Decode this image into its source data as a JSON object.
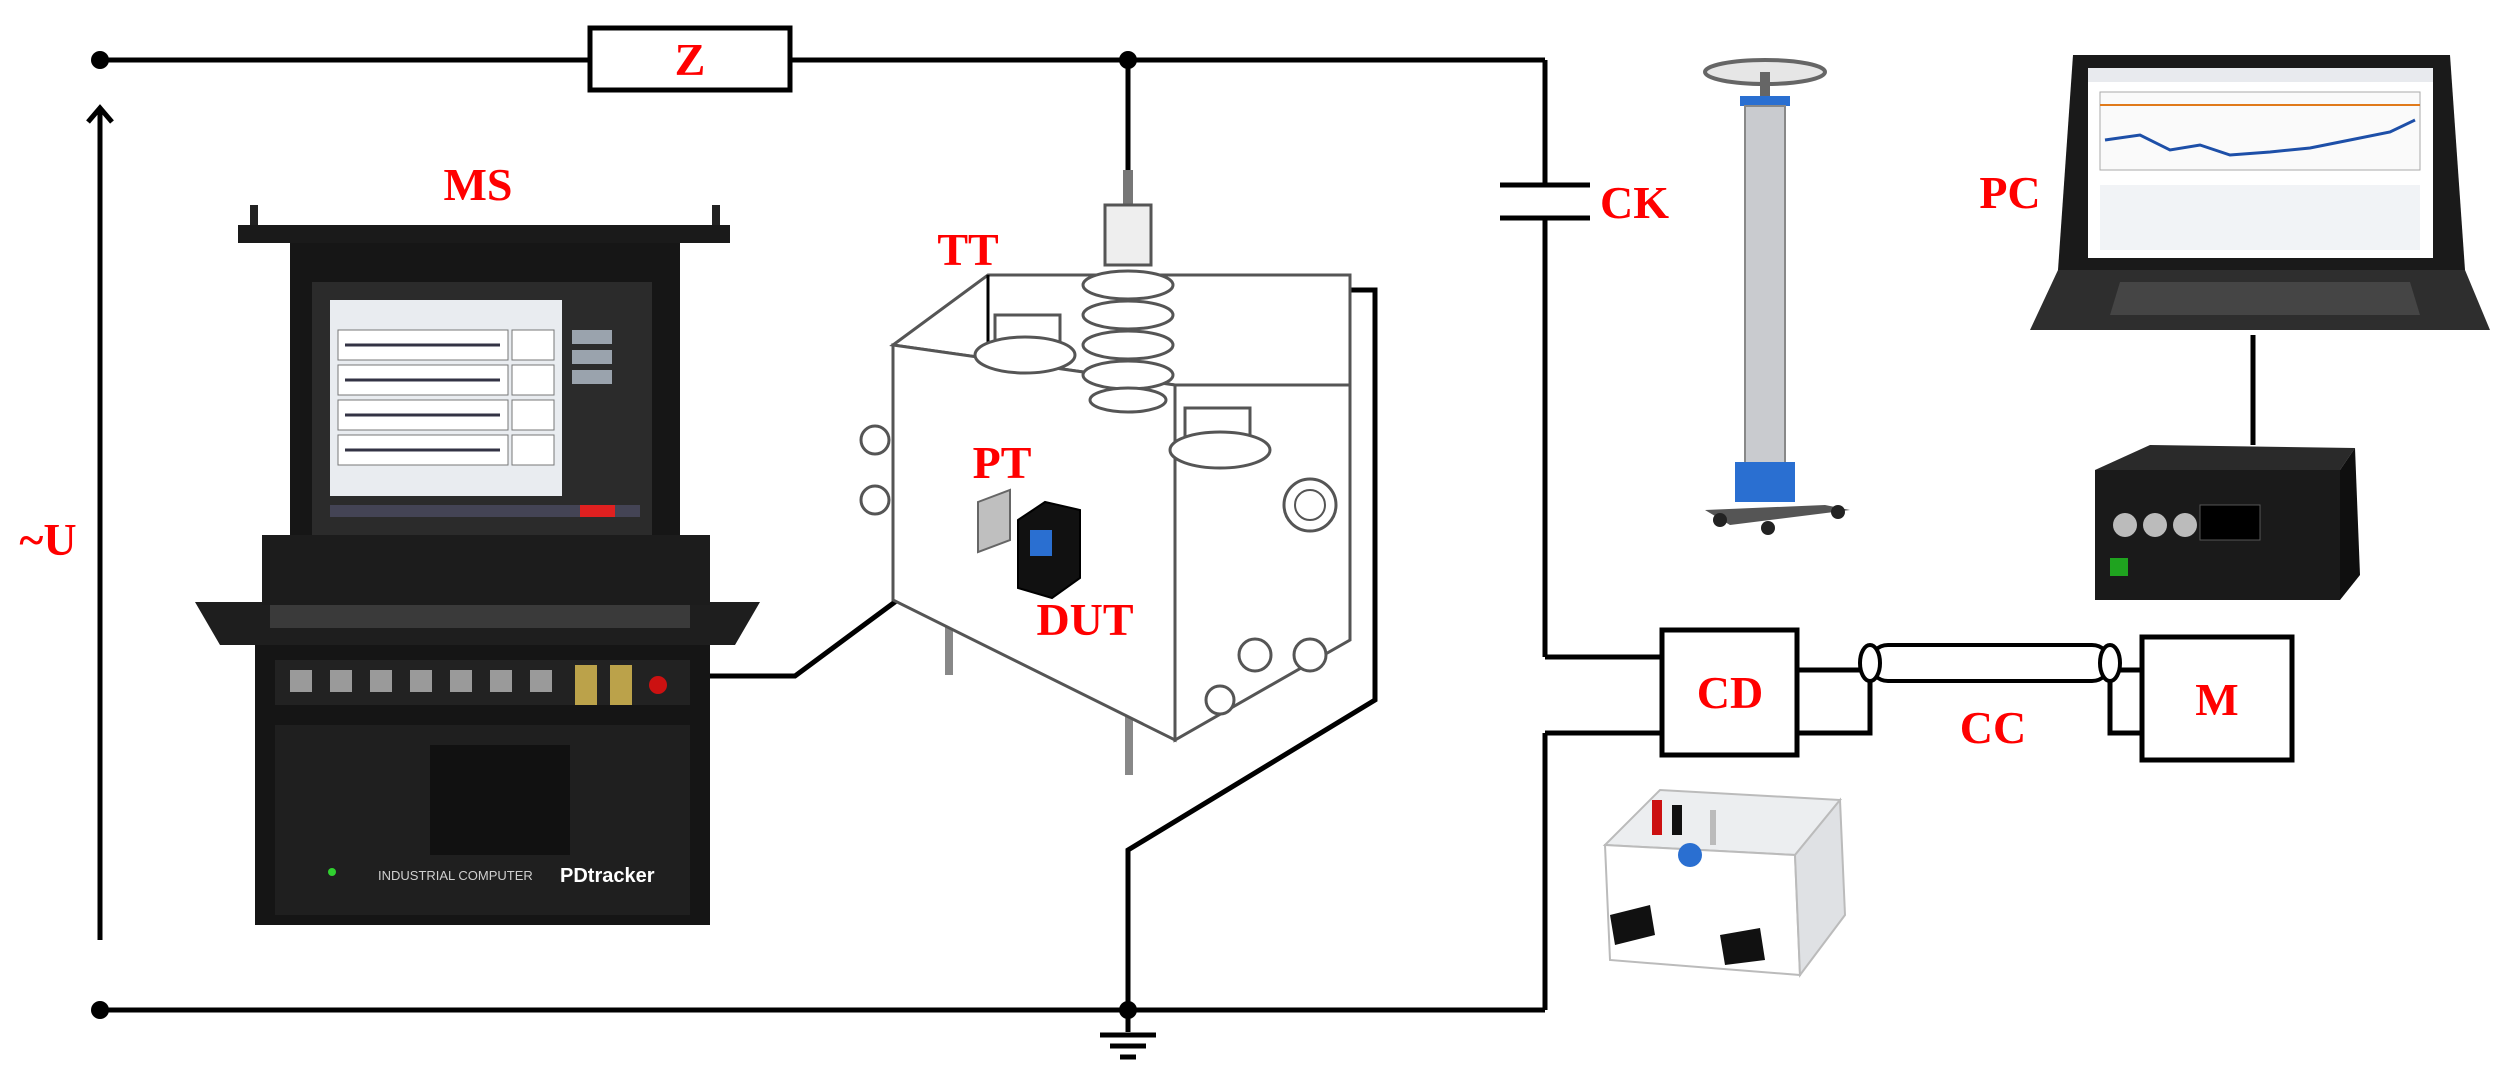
{
  "labels": {
    "z": "Z",
    "ms": "MS",
    "tt": "TT",
    "ck": "CK",
    "pc": "PC",
    "pt": "PT",
    "dut": "DUT",
    "u": "~U",
    "cd": "CD",
    "cc": "CC",
    "m": "M"
  },
  "ms_panel": {
    "brand": "PDtracker",
    "subtitle": "INDUSTRIAL COMPUTER"
  },
  "colors": {
    "label": "#ff0000",
    "wire": "#000000",
    "accent_blue": "#2a6fd1"
  }
}
